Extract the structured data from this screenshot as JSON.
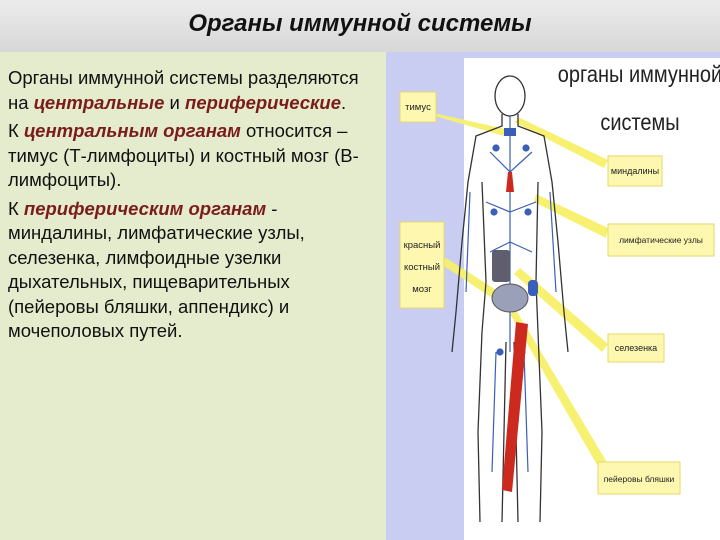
{
  "slide": {
    "title": "Органы иммунной системы"
  },
  "text": {
    "p1_a": "Органы иммунной системы разделяются на ",
    "p1_central": "центральные",
    "p1_b": " и ",
    "p1_peripheral": "периферические",
    "p1_c": ".",
    "p2_a": "К ",
    "p2_central_organs": "центральным органам",
    "p2_b": " относится – тимус (Т-лимфоциты) и костный мозг (В-лимфоциты).",
    "p3_a": "К ",
    "p3_peripheral_organs": "периферическим органам",
    "p3_b": " - миндалины, лимфатические узлы, селезенка, лимфоидные узелки дыхательных, пищеварительных (пейеровы бляшки, аппендикс) и мочеполовых путей."
  },
  "figure": {
    "heading_line1": "органы иммунной",
    "heading_line2": "системы",
    "labels": {
      "thymus": "тимус",
      "bone_marrow_1": "красный",
      "bone_marrow_2": "костный",
      "bone_marrow_3": "мозг",
      "tonsils": "миндалины",
      "lymph_nodes": "лимфатические узлы",
      "spleen": "селезенка",
      "peyer_patches": "пейеровы бляшки"
    },
    "colors": {
      "label_bg": "#fdf7b0",
      "pointer": "#f7f06a",
      "bone": "#cc2a1f",
      "vessel": "#3a5fb8",
      "body_outline": "#333333"
    }
  }
}
